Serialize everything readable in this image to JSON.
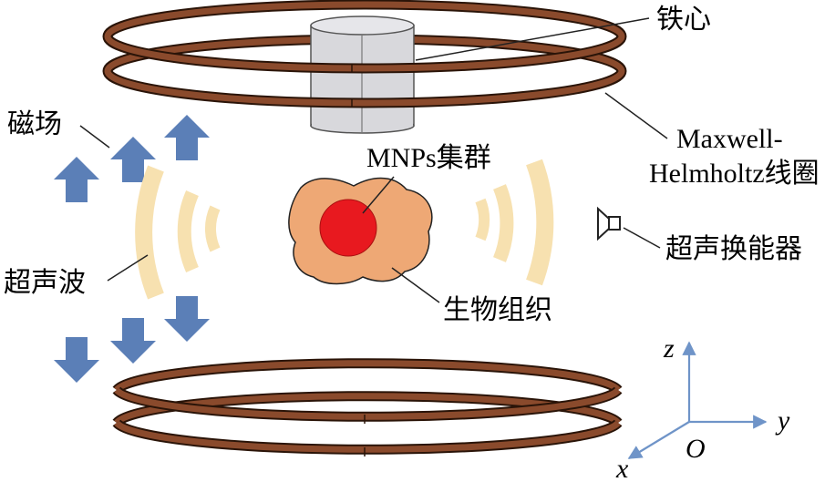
{
  "labels": {
    "iron_core": "铁心",
    "coil_line1": "Maxwell-",
    "coil_line2": "Helmholtz线圈",
    "magnetic_field": "磁场",
    "mnp_cluster": "MNPs集群",
    "ultrasound": "超声波",
    "transducer": "超声换能器",
    "tissue": "生物组织"
  },
  "axes": {
    "z": "z",
    "y": "y",
    "x": "x",
    "origin": "O"
  },
  "colors": {
    "coil": "#8a4a2c",
    "coil_outline": "#2a1408",
    "core_fill": "#d8d8dc",
    "arrow": "#5b7fb7",
    "wave": "#f7e1b0",
    "tissue": "#eea875",
    "cluster": "#e8191f",
    "axis": "#6f94c8"
  },
  "icons": {
    "arrow": "block-arrow-icon",
    "transducer": "speaker-icon"
  }
}
